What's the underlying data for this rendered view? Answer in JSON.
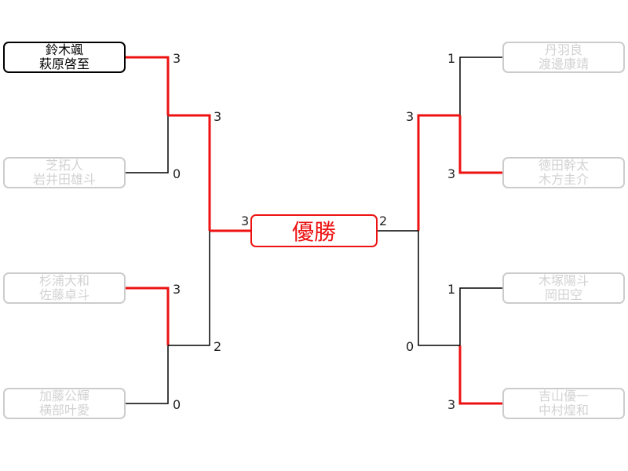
{
  "final": {
    "label": "優勝",
    "left_score": "3",
    "right_score": "2"
  },
  "left": {
    "round1": [
      {
        "top": {
          "line1": "鈴木颯",
          "line2": "萩原啓至",
          "score": "3"
        },
        "bottom": {
          "line1": "芝拓人",
          "line2": "岩井田雄斗",
          "score": "0"
        }
      },
      {
        "top": {
          "line1": "杉浦大和",
          "line2": "佐藤卓斗",
          "score": "3"
        },
        "bottom": {
          "line1": "加藤公輝",
          "line2": "横部叶愛",
          "score": "0"
        }
      }
    ],
    "round2": [
      {
        "top_score": "3",
        "bottom_score": "2"
      }
    ]
  },
  "right": {
    "round1": [
      {
        "top": {
          "line1": "丹羽良",
          "line2": "渡邊康靖",
          "score": "1"
        },
        "bottom": {
          "line1": "徳田幹太",
          "line2": "木方圭介",
          "score": "3"
        }
      },
      {
        "top": {
          "line1": "木塚陽斗",
          "line2": "岡田空",
          "score": "1"
        },
        "bottom": {
          "line1": "吉山優一",
          "line2": "中村煌和",
          "score": "3"
        }
      }
    ],
    "round2": [
      {
        "top_score": "3",
        "bottom_score": "0"
      }
    ]
  },
  "colors": {
    "win_line": "#ee1111",
    "line": "#000000",
    "faded": "#cccccc"
  }
}
